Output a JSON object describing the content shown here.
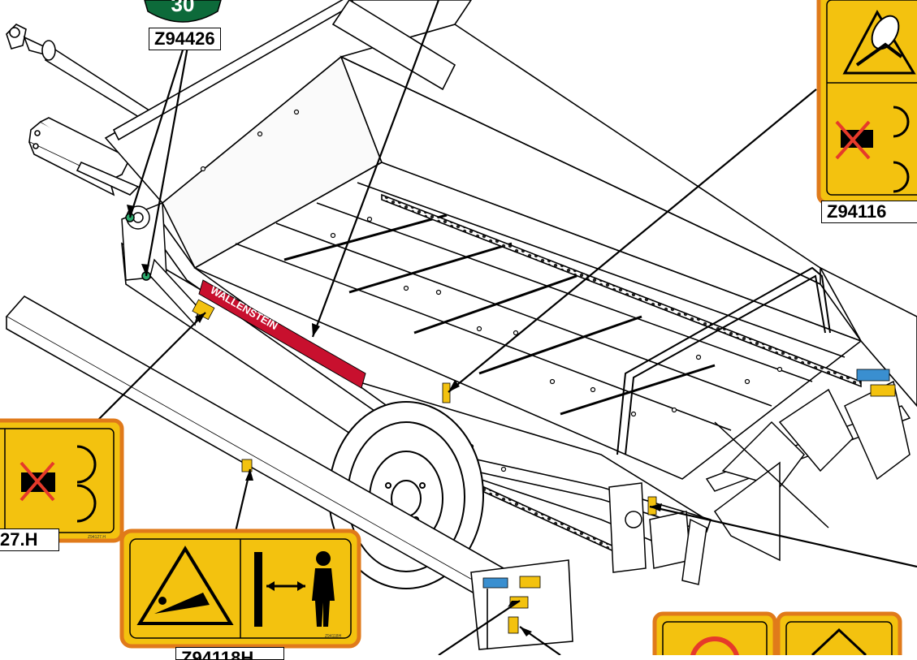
{
  "labels": {
    "z94426": "Z94426",
    "z94116": "Z94116",
    "z94127": "27.H",
    "z94118": "Z94118H",
    "z94118_small": "Z94118H",
    "z94127_small": "Z94127.H"
  },
  "signs": {
    "speed": "30",
    "brand": "WALLENSTEIN"
  },
  "colors": {
    "decal_yellow": "#f3c20f",
    "decal_border": "#e07a1a",
    "speed_green": "#0d6a3a",
    "brand_red": "#c8102e",
    "blue_decal": "#3a8fd0"
  },
  "icons": [
    "entanglement-hazard-icon",
    "no-hands-rotating-icon",
    "crush-hazard-icon",
    "keep-away-icon",
    "no-wrench-icon",
    "warning-triangle-icon",
    "speed-sign-icon"
  ]
}
